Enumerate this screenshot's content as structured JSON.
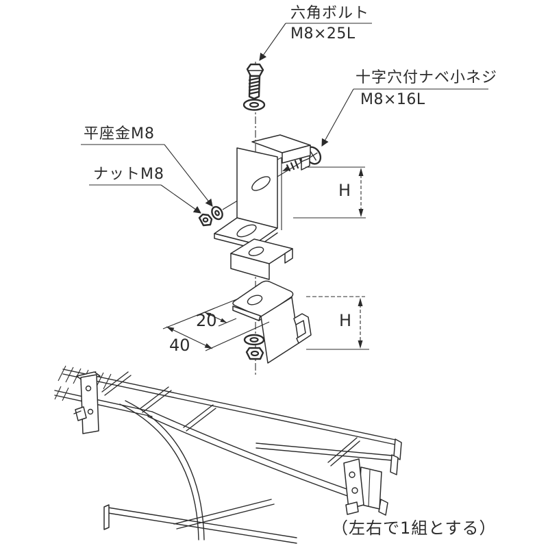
{
  "labels": {
    "hex_bolt_name": "六角ボルト",
    "hex_bolt_size": "M8×25L",
    "pan_screw_name": "十字穴付ナベ小ネジ",
    "pan_screw_size": "M8×16L",
    "flat_washer": "平座金M8",
    "nut": "ナットM8"
  },
  "dimensions": {
    "upper_height": "H",
    "lower_height": "H",
    "slot_length": "20",
    "base_width": "40"
  },
  "note": "（左右で1組とする）",
  "colors": {
    "line": "#2b2b2b",
    "background": "#ffffff"
  }
}
